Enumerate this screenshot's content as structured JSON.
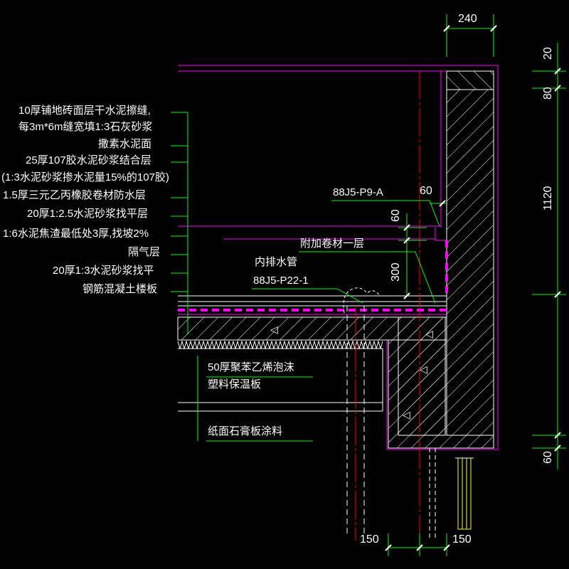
{
  "layers": [
    "10厚铺地砖面层干水泥擦缝,",
    "每3m*6m缝宽填1:3石灰砂浆",
    "撒素水泥面",
    "25厚107胶水泥砂浆结合层",
    "(1:3水泥砂浆掺水泥量15%的107胶)",
    "1.5厚三元乙丙橡胶卷材防水层",
    "20厚1:2.5水泥砂浆找平层",
    "1:6水泥焦渣最低处3厚,找坡2%",
    "隔气层",
    "20厚1:3水泥砂浆找平",
    "钢筋混凝土楼板"
  ],
  "annotations": {
    "ref_p9": "88J5-P9-A",
    "extra_membrane": "附加卷材一层",
    "drain_pipe": "内排水管",
    "ref_p22": "88J5-P22-1",
    "insulation_line1": "50厚聚苯乙烯泡沫",
    "insulation_line2": "塑料保温板",
    "gypsum": "纸面石膏板涂料"
  },
  "dimensions": {
    "top_width": "240",
    "right_20": "20",
    "right_80": "80",
    "right_1120": "1120",
    "right_60": "60",
    "mid_60_h": "60",
    "mid_60_v": "60",
    "mid_300": "300",
    "bottom_150_left": "150",
    "bottom_150_right": "150"
  },
  "colors": {
    "background": "#000000",
    "line_white": "#ffffff",
    "magenta": "#ff00ff",
    "green": "#00ff00",
    "red": "#ff0000",
    "yellow": "#ffff00"
  }
}
